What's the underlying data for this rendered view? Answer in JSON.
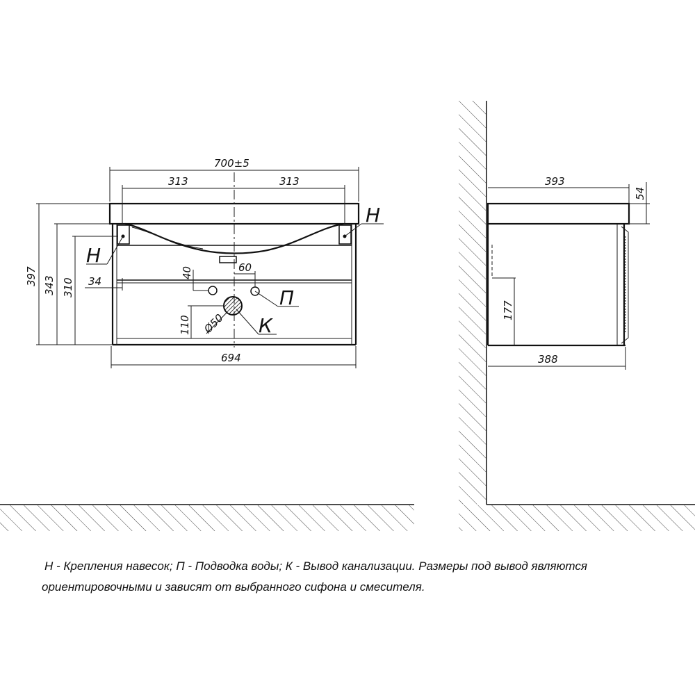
{
  "front_view": {
    "dim_overall_width": "700±5",
    "dim_half_left": "313",
    "dim_half_right": "313",
    "dim_bottom_width": "694",
    "dim_height_total": "397",
    "dim_height_343": "343",
    "dim_height_310": "310",
    "dim_34": "34",
    "dim_40": "40",
    "dim_60": "60",
    "dim_110": "110",
    "dim_diameter": "Ø50"
  },
  "side_view": {
    "dim_top_depth": "393",
    "dim_top_thickness": "54",
    "dim_bottom_depth": "388",
    "dim_177": "177"
  },
  "labels": {
    "mount_right": "Н",
    "mount_left": "Н",
    "water": "П",
    "drain": "К"
  },
  "note": {
    "line1": "Н - Крепления навесок; П - Подводка воды; К - Вывод канализации. Размеры под вывод являются",
    "line2": "ориентировочными и зависят от выбранного сифона и смесителя."
  }
}
